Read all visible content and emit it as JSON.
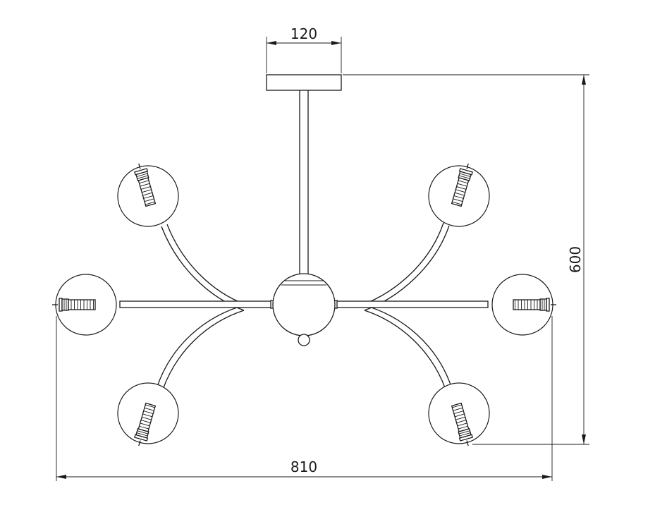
{
  "dimensions": {
    "canopy_width": "120",
    "overall_height": "600",
    "overall_width": "810"
  },
  "colors": {
    "line": "#1a1a1a",
    "background": "#ffffff"
  },
  "lamp_count": 6
}
